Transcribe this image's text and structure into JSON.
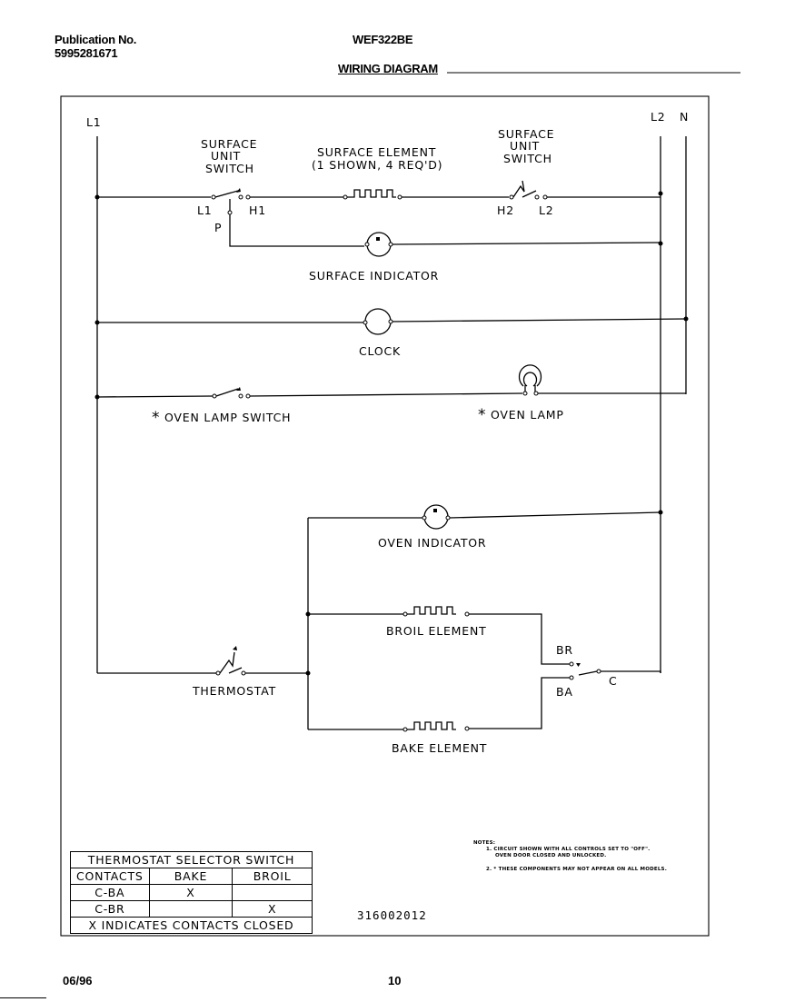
{
  "header": {
    "publication_label": "Publication No.",
    "publication_number": "5995281671",
    "model": "WEF322BE",
    "title": "WIRING DIAGRAM"
  },
  "footer": {
    "date": "06/96",
    "page": "10"
  },
  "diagram": {
    "line_l1": "L1",
    "line_l2": "L2",
    "neutral": "N",
    "surface_switch_left": [
      "SURFACE",
      "UNIT",
      "SWITCH"
    ],
    "surface_switch_right": [
      "SURFACE",
      "UNIT",
      "SWITCH"
    ],
    "surface_element": [
      "SURFACE ELEMENT",
      "(1 SHOWN, 4 REQ'D)"
    ],
    "term_l1": "L1",
    "term_h1": "H1",
    "term_p": "P",
    "term_h2": "H2",
    "term_l2": "L2",
    "surface_indicator": "SURFACE INDICATOR",
    "clock": "CLOCK",
    "oven_lamp_switch": "OVEN LAMP SWITCH",
    "oven_lamp": "OVEN LAMP",
    "asterisk": "*",
    "oven_indicator": "OVEN INDICATOR",
    "broil_element": "BROIL ELEMENT",
    "bake_element": "BAKE ELEMENT",
    "thermostat": "THERMOSTAT",
    "term_br": "BR",
    "term_ba": "BA",
    "term_c": "C"
  },
  "selector_table": {
    "title": "THERMOSTAT SELECTOR SWITCH",
    "headers": [
      "CONTACTS",
      "BAKE",
      "BROIL"
    ],
    "rows": [
      [
        "C-BA",
        "X",
        ""
      ],
      [
        "C-BR",
        "",
        "X"
      ]
    ],
    "footer": "X INDICATES CONTACTS CLOSED"
  },
  "notes": {
    "title": "NOTES:",
    "line1a": "1. CIRCUIT SHOWN WITH ALL CONTROLS SET TO \"OFF\".",
    "line1b": "OVEN DOOR CLOSED AND UNLOCKED.",
    "line2": "2. * THESE COMPONENTS MAY NOT APPEAR ON ALL MODELS."
  },
  "doc_id": "316002012"
}
